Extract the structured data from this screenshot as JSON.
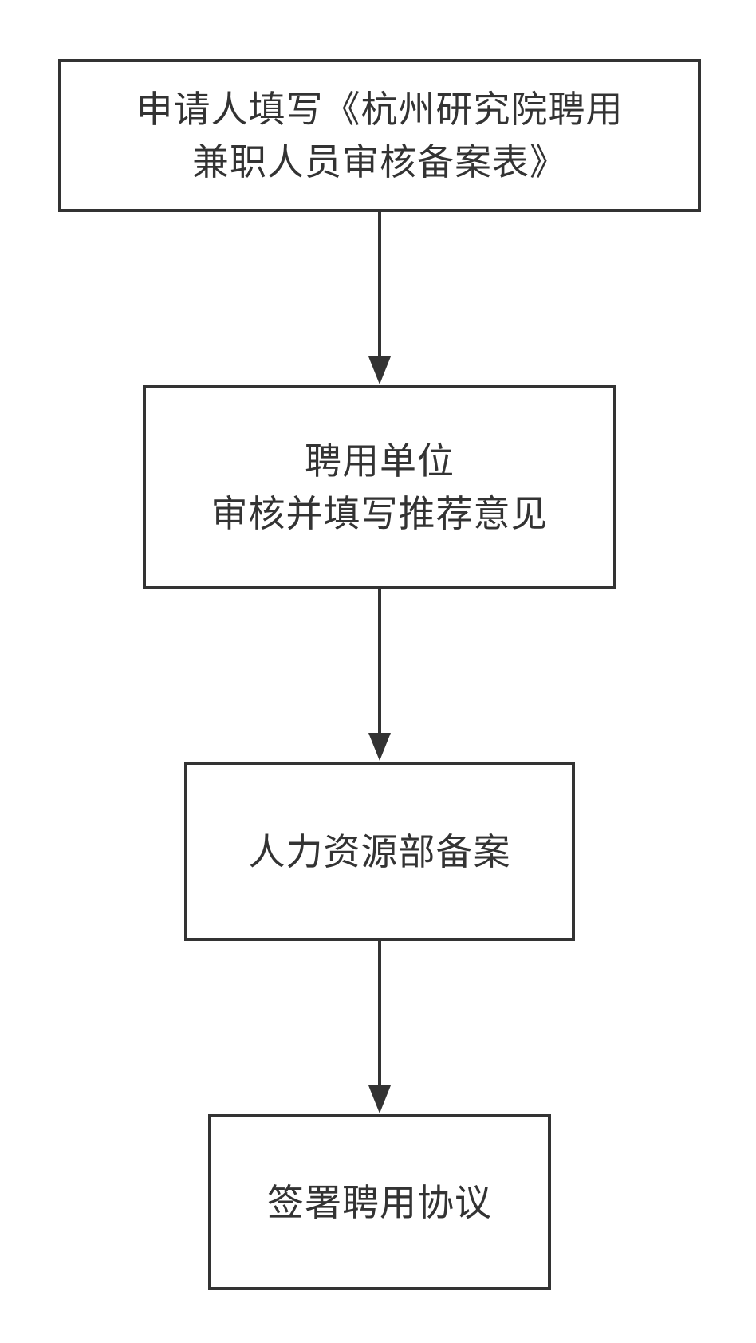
{
  "flowchart": {
    "steps": [
      {
        "lines": [
          "申请人填写《杭州研究院聘用",
          "兼职人员审核备案表》"
        ]
      },
      {
        "lines": [
          "聘用单位",
          "审核并填写推荐意见"
        ]
      },
      {
        "lines": [
          "人力资源部备案"
        ]
      },
      {
        "lines": [
          "签署聘用协议"
        ]
      }
    ],
    "edges": [
      {
        "from": 1,
        "to": 2
      },
      {
        "from": 2,
        "to": 3
      },
      {
        "from": 3,
        "to": 4
      }
    ]
  },
  "colors": {
    "stroke": "#333333",
    "text": "#333333",
    "background": "#ffffff"
  }
}
